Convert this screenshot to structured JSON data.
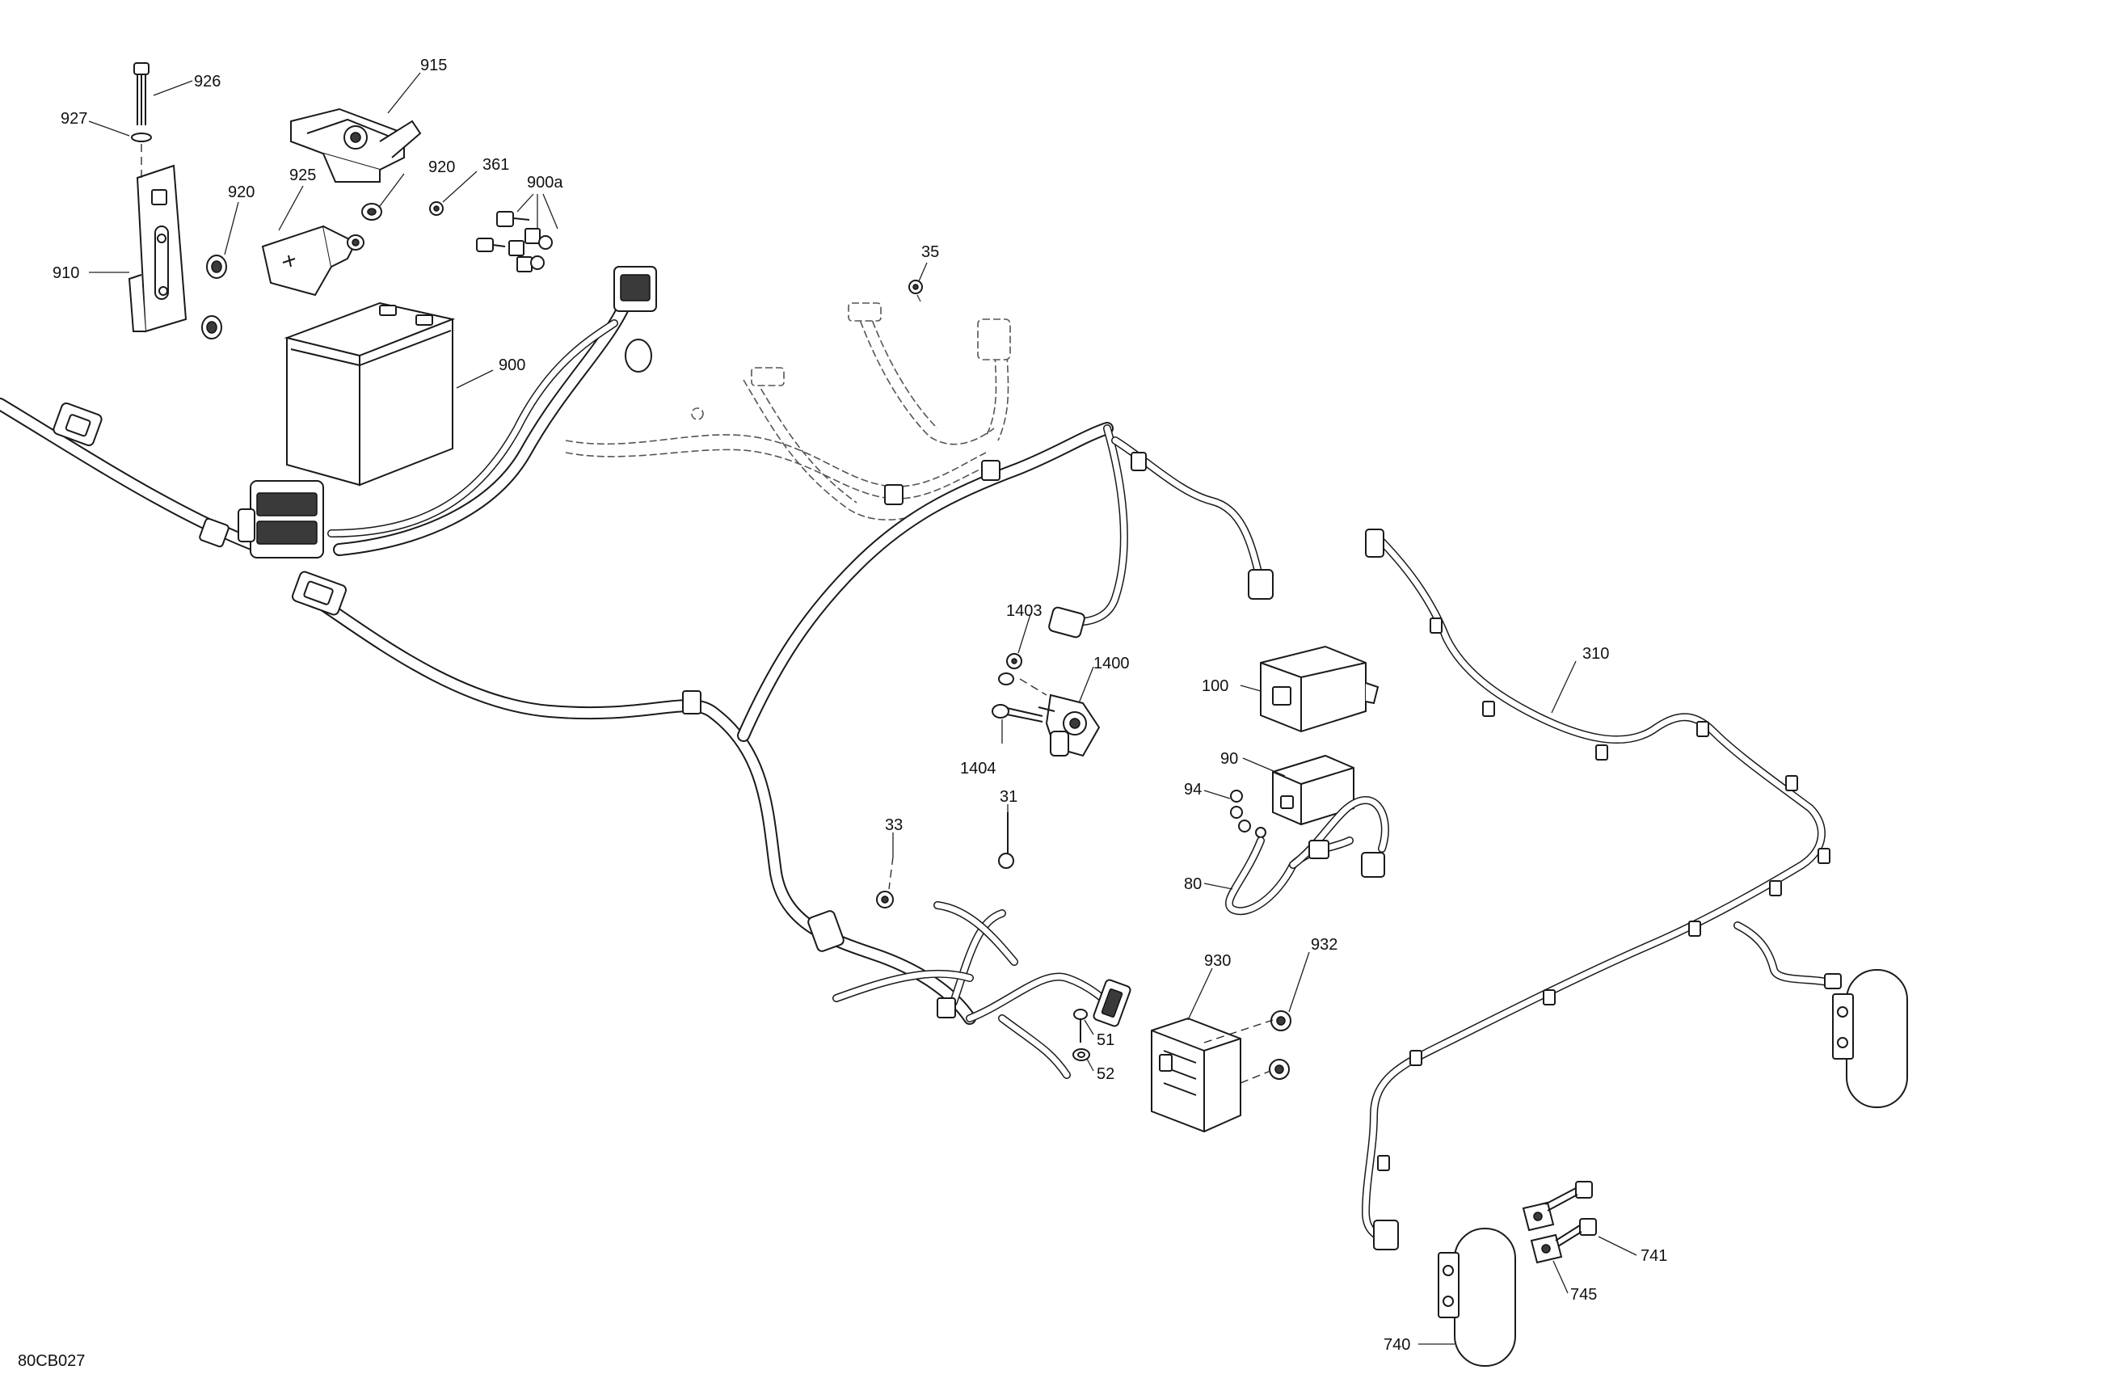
{
  "figure_code": "80CB027",
  "callouts": {
    "c926": "926",
    "c927": "927",
    "c915": "915",
    "c920a": "920",
    "c920b": "920",
    "c925": "925",
    "c361": "361",
    "c900a": "900a",
    "c910": "910",
    "c900": "900",
    "c35": "35",
    "c310": "310",
    "c1403": "1403",
    "c1400": "1400",
    "c1404": "1404",
    "c100": "100",
    "c90": "90",
    "c94": "94",
    "c31": "31",
    "c33": "33",
    "c80": "80",
    "c930": "930",
    "c932": "932",
    "c51": "51",
    "c52": "52",
    "c741": "741",
    "c745": "745",
    "c740": "740"
  }
}
